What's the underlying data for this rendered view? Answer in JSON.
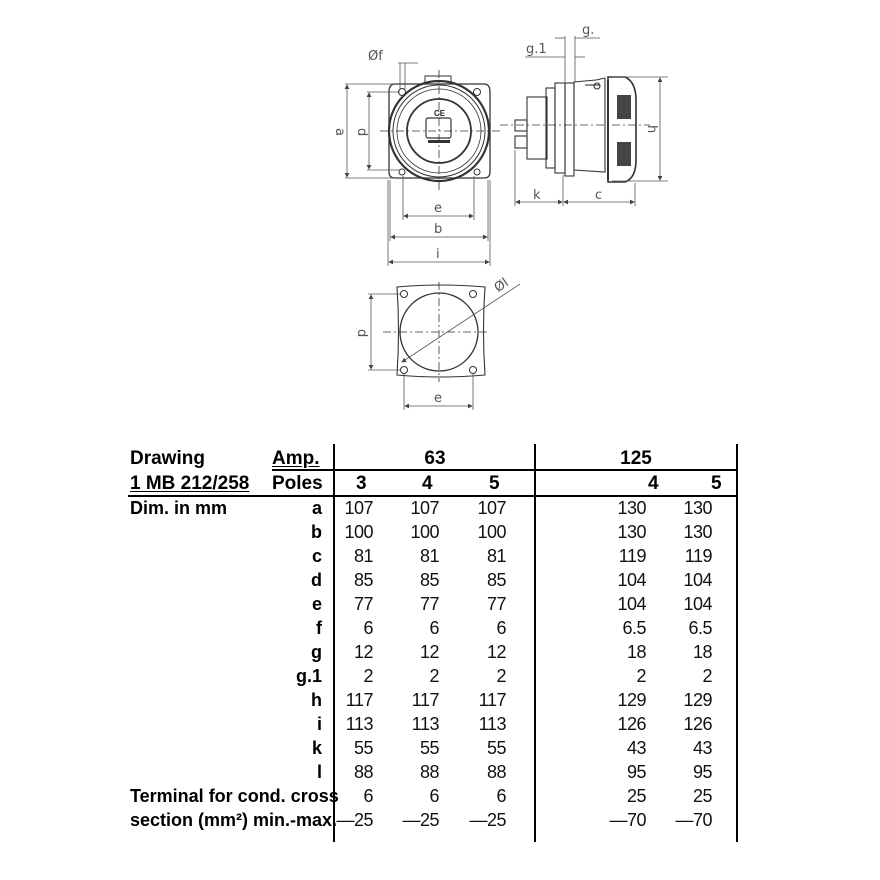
{
  "drawing": {
    "front_view_labels": {
      "a": "a",
      "d": "d",
      "e": "e",
      "b": "b",
      "i": "i",
      "f": "Øf",
      "ce_mark": "CE"
    },
    "side_view_labels": {
      "g1": "g.1",
      "g": "g.",
      "h": "h",
      "k": "k",
      "c": "c"
    },
    "mount_view_labels": {
      "d": "d",
      "e": "e",
      "l": "Øl"
    }
  },
  "table": {
    "header": {
      "drawing_label": "Drawing",
      "drawing_number": "1 MB 212/258",
      "amp_label": "Amp.",
      "poles_label": "Poles",
      "dim_label": "Dim. in mm",
      "amp_groups": [
        {
          "amp": "63",
          "poles": [
            "3",
            "4",
            "5"
          ]
        },
        {
          "amp": "125",
          "poles": [
            "4",
            "5"
          ]
        }
      ]
    },
    "rows": [
      {
        "key": "a",
        "values": [
          "107",
          "107",
          "107",
          "130",
          "130"
        ]
      },
      {
        "key": "b",
        "values": [
          "100",
          "100",
          "100",
          "130",
          "130"
        ]
      },
      {
        "key": "c",
        "values": [
          "81",
          "81",
          "81",
          "119",
          "119"
        ]
      },
      {
        "key": "d",
        "values": [
          "85",
          "85",
          "85",
          "104",
          "104"
        ]
      },
      {
        "key": "e",
        "values": [
          "77",
          "77",
          "77",
          "104",
          "104"
        ]
      },
      {
        "key": "f",
        "values": [
          "6",
          "6",
          "6",
          "6.5",
          "6.5"
        ]
      },
      {
        "key": "g",
        "values": [
          "12",
          "12",
          "12",
          "18",
          "18"
        ]
      },
      {
        "key": "g.1",
        "values": [
          "2",
          "2",
          "2",
          "2",
          "2"
        ]
      },
      {
        "key": "h",
        "values": [
          "117",
          "117",
          "117",
          "129",
          "129"
        ]
      },
      {
        "key": "i",
        "values": [
          "113",
          "113",
          "113",
          "126",
          "126"
        ]
      },
      {
        "key": "k",
        "values": [
          "55",
          "55",
          "55",
          "43",
          "43"
        ]
      },
      {
        "key": "l",
        "values": [
          "88",
          "88",
          "88",
          "95",
          "95"
        ]
      }
    ],
    "terminal": {
      "label_line1": "Terminal for cond. cross",
      "label_line2": "section (mm²) min.-max.",
      "min_values": [
        "6",
        "6",
        "6",
        "25",
        "25"
      ],
      "max_values": [
        "—25",
        "—25",
        "—25",
        "—70",
        "—70"
      ]
    }
  }
}
